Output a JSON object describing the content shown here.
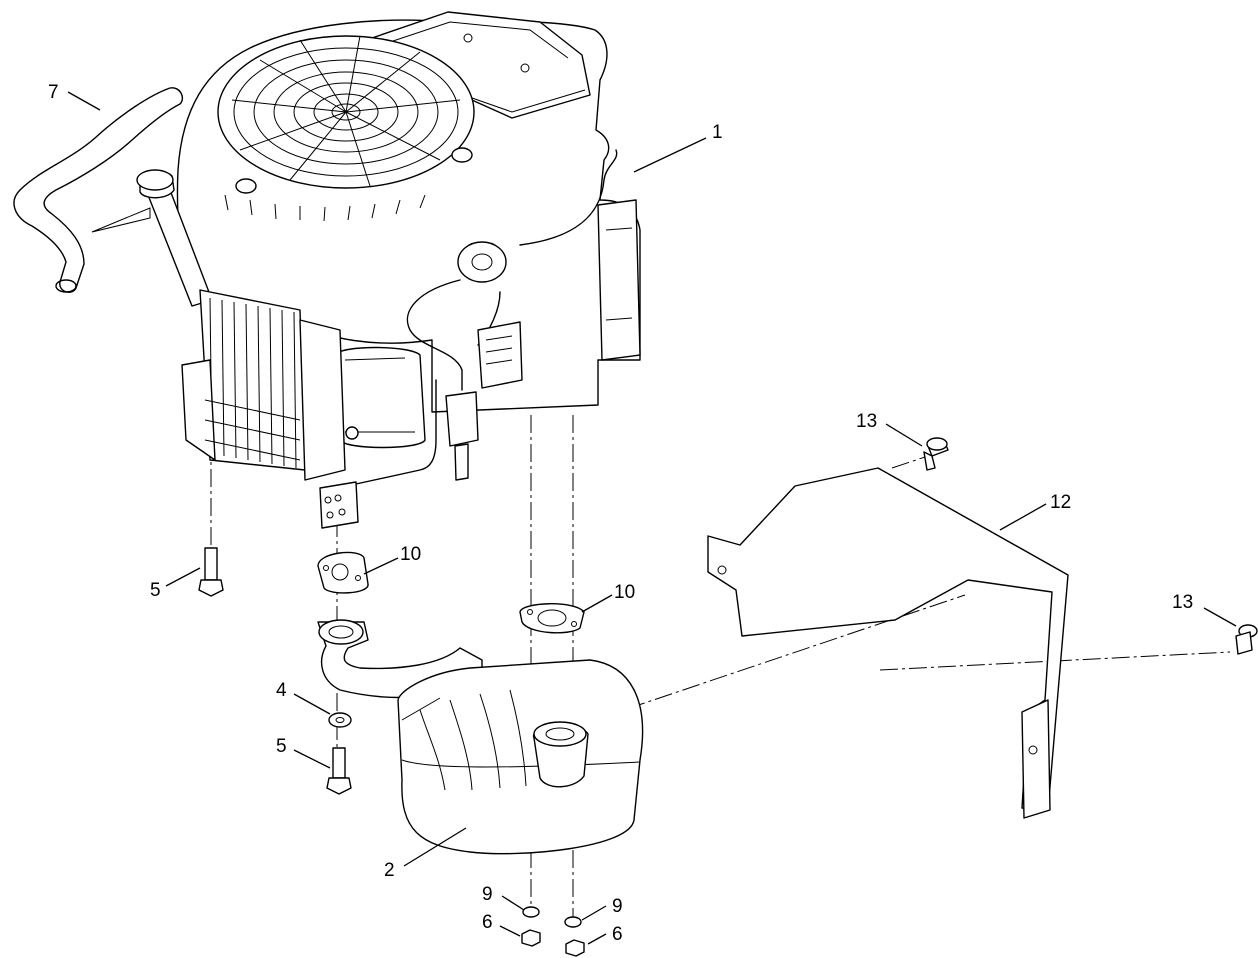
{
  "callouts": {
    "engine": "1",
    "muffler": "2",
    "lock_washer": "4",
    "bolt_left_upper": "5",
    "bolt_left_lower": "5",
    "nut_left": "6",
    "nut_right": "6",
    "hose": "7",
    "washer_left": "9",
    "washer_right": "9",
    "gasket_left": "10",
    "gasket_right": "10",
    "heat_shield": "12",
    "screw_top": "13",
    "screw_right": "13"
  }
}
